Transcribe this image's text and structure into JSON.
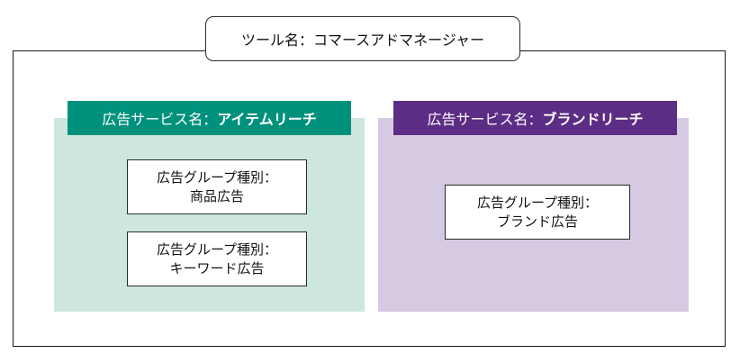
{
  "diagram": {
    "title_box": {
      "text": "ツール名：コマースアドマネージャー"
    },
    "services": [
      {
        "id": "item-reach",
        "header_prefix": "広告サービス名：",
        "header_value": "アイテムリーチ",
        "header_bg": "#00917c",
        "body_bg": "#cde7df",
        "groups": [
          {
            "line1": "広告グループ種別：",
            "line2": "商品広告"
          },
          {
            "line1": "広告グループ種別：",
            "line2": "キーワード広告"
          }
        ]
      },
      {
        "id": "brand-reach",
        "header_prefix": "広告サービス名：",
        "header_value": "ブランドリーチ",
        "header_bg": "#5c2d84",
        "body_bg": "#d6c9e2",
        "groups": [
          {
            "line1": "広告グループ種別：",
            "line2": "ブランド広告"
          }
        ]
      }
    ],
    "colors": {
      "outer_border": "#1a1a1a",
      "box_border": "#2b2b2b",
      "background": "#ffffff",
      "item_reach_header": "#00917c",
      "item_reach_body": "#cde7df",
      "brand_reach_header": "#5c2d84",
      "brand_reach_body": "#d6c9e2"
    }
  }
}
